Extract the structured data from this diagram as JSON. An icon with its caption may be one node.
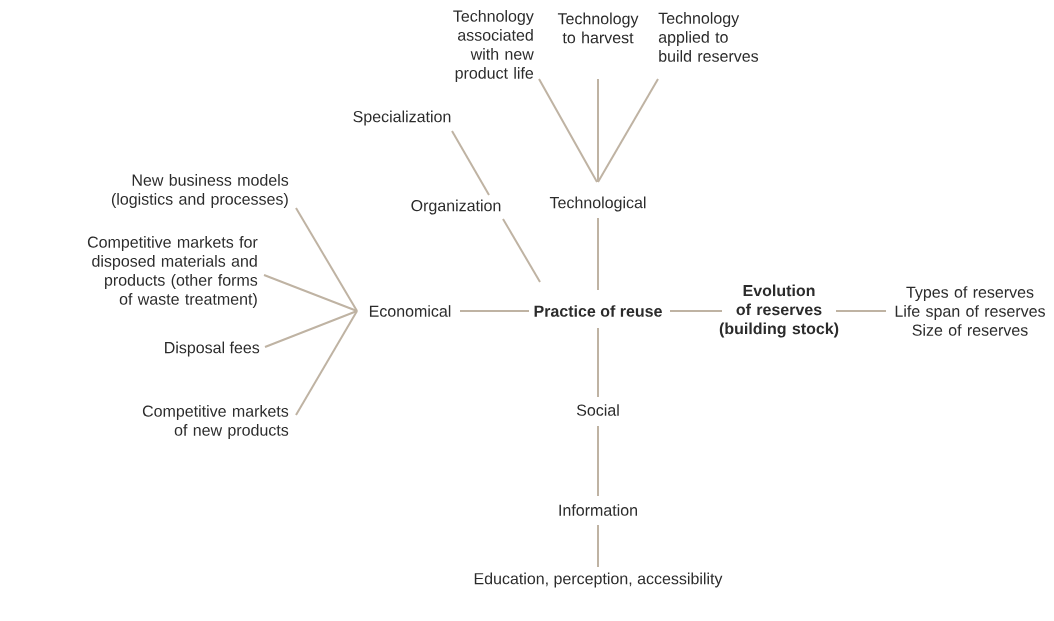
{
  "diagram": {
    "nodes": [
      {
        "text": [
          "Practice of reuse"
        ]
      },
      {
        "text": [
          "Technological"
        ]
      },
      {
        "text": [
          "Technology associated with new product life"
        ]
      },
      {
        "text": [
          "Technology to harvest"
        ]
      },
      {
        "text": [
          "Technology applied to build reserves"
        ]
      },
      {
        "text": [
          "Organization"
        ]
      },
      {
        "text": [
          "Specialization"
        ]
      },
      {
        "text": [
          "Economical"
        ]
      },
      {
        "text": [
          "New business models (logistics and processes)"
        ]
      },
      {
        "text": [
          "Competitive markets for disposed materials and products (other forms of waste treatment)"
        ]
      },
      {
        "text": [
          "Disposal fees"
        ]
      },
      {
        "text": [
          "Competitive markets of new products"
        ]
      },
      {
        "text": [
          "Social"
        ]
      },
      {
        "text": [
          "Information"
        ]
      },
      {
        "text": [
          "Education, perception, accessibility"
        ]
      },
      {
        "text": [
          "Evolution of reserves (building stock)"
        ]
      },
      {
        "text": [
          "Types of reserves Life span of reserves Size of reserves"
        ]
      }
    ],
    "edges": [
      {
        "from": 0,
        "to": 1,
        "arrow": "none"
      },
      {
        "from": 1,
        "to": 2,
        "arrow": "none"
      },
      {
        "from": 1,
        "to": 3,
        "arrow": "none"
      },
      {
        "from": 1,
        "to": 4,
        "arrow": "none"
      },
      {
        "from": 0,
        "to": 5,
        "arrow": "none"
      },
      {
        "from": 5,
        "to": 6,
        "arrow": "none"
      },
      {
        "from": 0,
        "to": 7,
        "arrow": "none"
      },
      {
        "from": 7,
        "to": 8,
        "arrow": "none"
      },
      {
        "from": 7,
        "to": 9,
        "arrow": "none"
      },
      {
        "from": 7,
        "to": 10,
        "arrow": "none"
      },
      {
        "from": 7,
        "to": 11,
        "arrow": "none"
      },
      {
        "from": 0,
        "to": 12,
        "arrow": "none"
      },
      {
        "from": 12,
        "to": 13,
        "arrow": "none"
      },
      {
        "from": 13,
        "to": 14,
        "arrow": "none"
      },
      {
        "from": 0,
        "to": 15,
        "arrow": "none"
      },
      {
        "from": 15,
        "to": 16,
        "arrow": "none"
      }
    ]
  }
}
